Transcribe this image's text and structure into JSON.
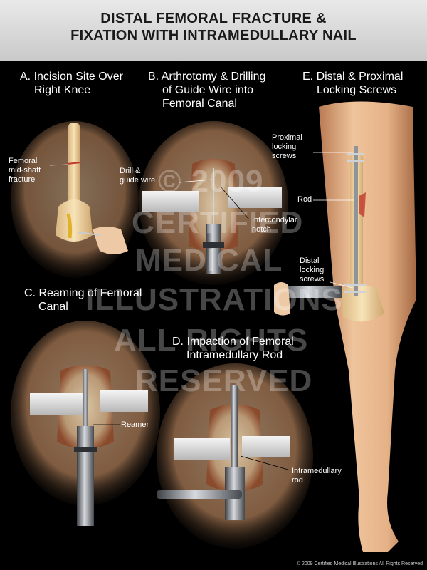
{
  "title": {
    "line1": "DISTAL FEMORAL FRACTURE &",
    "line2": "FIXATION WITH INTRAMEDULLARY NAIL"
  },
  "panels": {
    "a": {
      "title1": "A. Incision Site Over",
      "title2": "Right Knee",
      "labels": {
        "fracture1": "Femoral",
        "fracture2": "mid-shaft",
        "fracture3": "fracture"
      }
    },
    "b": {
      "title1": "B. Arthrotomy & Drilling",
      "title2": "of Guide Wire into",
      "title3": "Femoral Canal",
      "labels": {
        "drill1": "Drill &",
        "drill2": "guide wire",
        "notch1": "Intercondylar",
        "notch2": "notch"
      }
    },
    "c": {
      "title1": "C. Reaming of Femoral",
      "title2": "Canal",
      "labels": {
        "reamer": "Reamer"
      }
    },
    "d": {
      "title1": "D. Impaction of Femoral",
      "title2": "Intramedullary Rod",
      "labels": {
        "rod1": "Intramedullary",
        "rod2": "rod"
      }
    },
    "e": {
      "title1": "E. Distal & Proximal",
      "title2": "Locking Screws",
      "labels": {
        "prox1": "Proximal",
        "prox2": "locking",
        "prox3": "screws",
        "rod": "Rod",
        "dist1": "Distal",
        "dist2": "locking",
        "dist3": "screws"
      }
    }
  },
  "watermark": {
    "line1": "© 2009",
    "line2": "CERTIFIED",
    "line3": "MEDICAL",
    "line4": "ILLUSTRATIONS",
    "line5": "ALL RIGHTS",
    "line6": "RESERVED"
  },
  "copyright": "© 2009 Certified Medical Illustrations All Rights Reserved",
  "colors": {
    "skin": "#e8b98f",
    "bone": "#f2d9a8",
    "muscle": "#c9603a",
    "metal": "#9aa0a6",
    "background": "#000000"
  }
}
